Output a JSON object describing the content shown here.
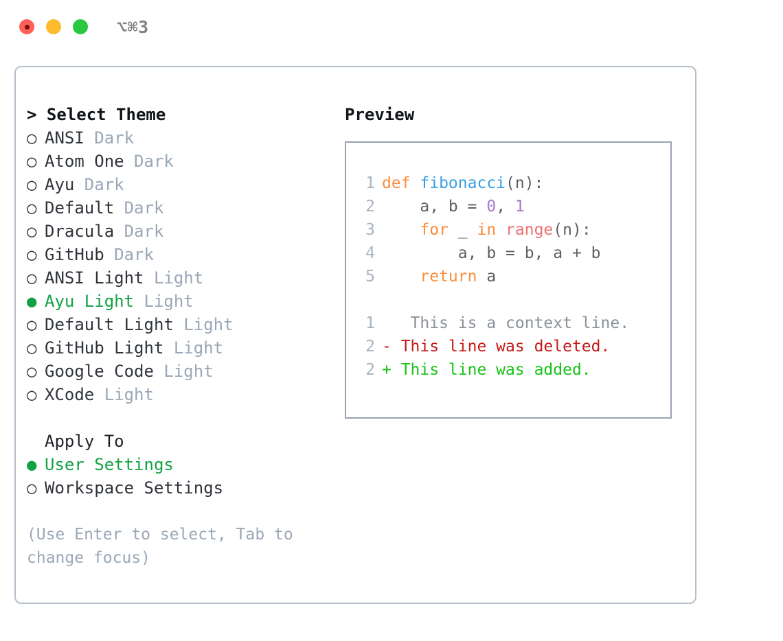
{
  "titlebar": {
    "shortcut": "⌥⌘3",
    "lights": [
      {
        "name": "close",
        "color": "#ff5f57"
      },
      {
        "name": "minimize",
        "color": "#fdbc2e"
      },
      {
        "name": "zoom",
        "color": "#28c840"
      }
    ]
  },
  "theme_picker": {
    "heading": "> Select Theme",
    "bullet_selected": "●",
    "bullet_unselected": "○",
    "accent_color": "#11a343",
    "variant_color": "#9aa7b6",
    "options": [
      {
        "name": "ANSI",
        "variant": "Dark",
        "selected": false
      },
      {
        "name": "Atom One",
        "variant": "Dark",
        "selected": false
      },
      {
        "name": "Ayu",
        "variant": "Dark",
        "selected": false
      },
      {
        "name": "Default",
        "variant": "Dark",
        "selected": false
      },
      {
        "name": "Dracula",
        "variant": "Dark",
        "selected": false
      },
      {
        "name": "GitHub",
        "variant": "Dark",
        "selected": false
      },
      {
        "name": "ANSI Light",
        "variant": "Light",
        "selected": false
      },
      {
        "name": "Ayu Light",
        "variant": "Light",
        "selected": true
      },
      {
        "name": "Default Light",
        "variant": "Light",
        "selected": false
      },
      {
        "name": "GitHub Light",
        "variant": "Light",
        "selected": false
      },
      {
        "name": "Google Code",
        "variant": "Light",
        "selected": false
      },
      {
        "name": "XCode",
        "variant": "Light",
        "selected": false
      }
    ]
  },
  "apply_to": {
    "heading": "Apply To",
    "options": [
      {
        "name": "User Settings",
        "selected": true
      },
      {
        "name": "Workspace Settings",
        "selected": false
      }
    ]
  },
  "hint": "(Use Enter to select, Tab to change focus)",
  "preview": {
    "heading": "Preview",
    "code_lines": [
      {
        "lineno": "1",
        "tokens": [
          {
            "t": "def ",
            "c": "kw"
          },
          {
            "t": "fibonacci",
            "c": "fn"
          },
          {
            "t": "(n):",
            "c": "plain"
          }
        ]
      },
      {
        "lineno": "2",
        "tokens": [
          {
            "t": "    a, b = ",
            "c": "plain"
          },
          {
            "t": "0",
            "c": "num"
          },
          {
            "t": ", ",
            "c": "plain"
          },
          {
            "t": "1",
            "c": "num"
          }
        ]
      },
      {
        "lineno": "3",
        "tokens": [
          {
            "t": "    ",
            "c": "plain"
          },
          {
            "t": "for",
            "c": "kw"
          },
          {
            "t": " _ ",
            "c": "plain"
          },
          {
            "t": "in",
            "c": "kw"
          },
          {
            "t": " ",
            "c": "plain"
          },
          {
            "t": "range",
            "c": "call"
          },
          {
            "t": "(n):",
            "c": "plain"
          }
        ]
      },
      {
        "lineno": "4",
        "tokens": [
          {
            "t": "        a, b = b, a + b",
            "c": "plain"
          }
        ]
      },
      {
        "lineno": "5",
        "tokens": [
          {
            "t": "    ",
            "c": "plain"
          },
          {
            "t": "return",
            "c": "kw"
          },
          {
            "t": " a",
            "c": "plain"
          }
        ]
      }
    ],
    "diff_lines": [
      {
        "lineno": "1",
        "marker": " ",
        "text": "  This is a context line.",
        "kind": "ctx"
      },
      {
        "lineno": "2",
        "marker": "-",
        "text": " This line was deleted.",
        "kind": "del"
      },
      {
        "lineno": "2",
        "marker": "+",
        "text": " This line was added.",
        "kind": "add"
      }
    ]
  }
}
